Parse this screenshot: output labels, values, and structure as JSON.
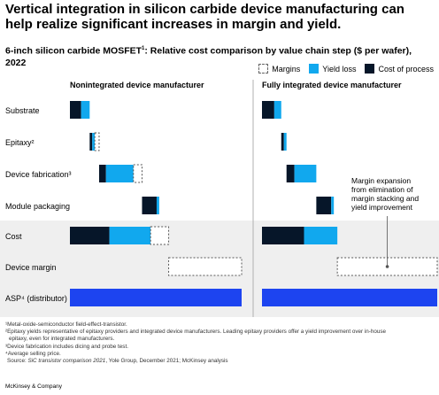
{
  "headline": "Vertical integration in silicon carbide device manufacturing can help realize significant increases in margin and yield.",
  "subtitle_main": "6-inch silicon carbide MOSFET",
  "subtitle_sup": "1",
  "subtitle_rest": ": Relative cost comparison by value chain step ($ per wafer), 2022",
  "legend": [
    {
      "label": "Margins",
      "style": "margin"
    },
    {
      "label": "Yield loss",
      "style": "yield"
    },
    {
      "label": "Cost of process",
      "style": "process"
    }
  ],
  "colors": {
    "process": "#061629",
    "yield": "#11a8ee",
    "asp": "#1d44f0",
    "shade": "#efefef"
  },
  "annotation": [
    "Margin expansion",
    "from elimination of",
    "margin stacking and",
    "yield improvement"
  ],
  "chart_data": {
    "type": "bar",
    "subtype": "waterfall",
    "panels": [
      "Nonintegrated device manufacturer",
      "Fully integrated device manufacturer"
    ],
    "categories": [
      "Substrate",
      "Epitaxy²",
      "Device fabrication³",
      "Module packaging",
      "Cost",
      "Device margin",
      "ASP⁴ (distributor)"
    ],
    "units": "relative $ per wafer (ASP = 100)",
    "series": [
      {
        "name": "Cost of process",
        "values": {
          "Nonintegrated device manufacturer": [
            6.5,
            1.5,
            4,
            8.5,
            23,
            null,
            null
          ],
          "Fully integrated device manufacturer": [
            7,
            1.5,
            4.5,
            8.5,
            24,
            null,
            null
          ]
        }
      },
      {
        "name": "Yield loss",
        "values": {
          "Nonintegrated device manufacturer": [
            5,
            1.5,
            16,
            1.5,
            24,
            null,
            null
          ],
          "Fully integrated device manufacturer": [
            4,
            1.5,
            12.5,
            1.5,
            19,
            null,
            null
          ]
        }
      },
      {
        "name": "Margins",
        "values": {
          "Nonintegrated device manufacturer": [
            0,
            2.5,
            5,
            0,
            10.5,
            42.5,
            null
          ],
          "Fully integrated device manufacturer": [
            0,
            0,
            0,
            0,
            0,
            57,
            null
          ]
        }
      },
      {
        "name": "ASP⁴ (distributor)",
        "values": {
          "Nonintegrated device manufacturer": [
            null,
            null,
            null,
            null,
            null,
            null,
            100
          ],
          "Fully integrated device manufacturer": [
            null,
            null,
            null,
            null,
            null,
            null,
            100
          ]
        }
      }
    ],
    "xlim": [
      0,
      100
    ]
  },
  "footnotes": [
    "¹Metal-oxide-semiconductor field-effect-transistor.",
    "²Epitaxy yields representative of epitaxy providers and integrated device manufacturers. Leading epitaxy providers offer a yield improvement over in-house",
    "  epitaxy, even for integrated manufacturers.",
    "³Device fabrication includes dicing and probe test.",
    "⁴Average selling price."
  ],
  "source_prefix": "Source: ",
  "source_italic": "SiC transistor comparison 2021",
  "source_rest": ", Yole Group, December 2021; McKinsey analysis",
  "brand": "McKinsey & Company"
}
